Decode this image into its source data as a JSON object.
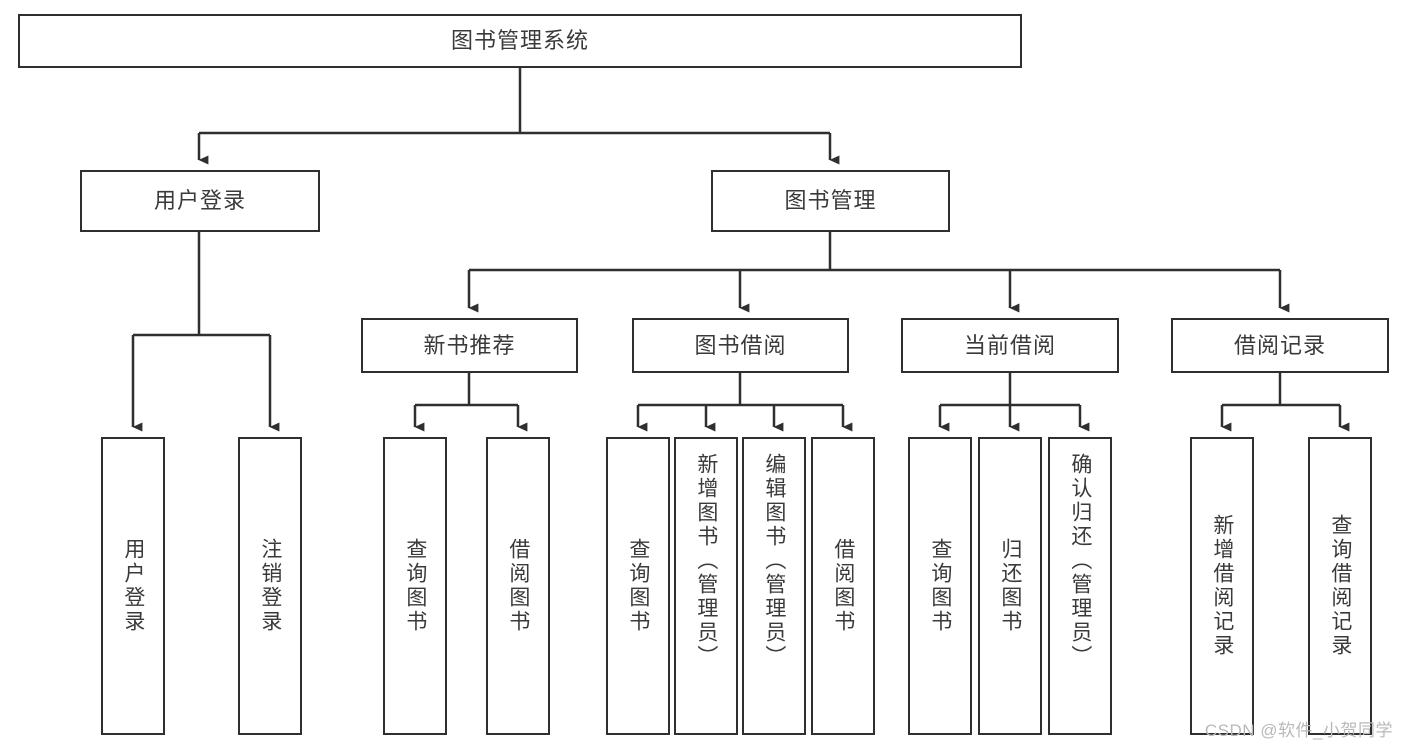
{
  "diagram": {
    "title": "图书管理系统",
    "type": "tree-hierarchy-chart",
    "watermark": "CSDN @软件_小贺同学",
    "colors": {
      "box_border": "#2f2f2f",
      "box_fill": "#ffffff",
      "text": "#3a3a3a",
      "connector": "#2f2f2f",
      "watermark": "#b9b9b9",
      "background": "#ffffff"
    },
    "root": {
      "id": "root",
      "label": "图书管理系统"
    },
    "level2": [
      {
        "id": "user-login",
        "label": "用户登录"
      },
      {
        "id": "book-manage",
        "label": "图书管理"
      }
    ],
    "level3": [
      {
        "id": "new-book-recommend",
        "label": "新书推荐",
        "parent": "book-manage"
      },
      {
        "id": "book-borrow",
        "label": "图书借阅",
        "parent": "book-manage"
      },
      {
        "id": "current-borrow",
        "label": "当前借阅",
        "parent": "book-manage"
      },
      {
        "id": "borrow-record",
        "label": "借阅记录",
        "parent": "book-manage"
      }
    ],
    "leaves": [
      {
        "id": "leaf-user-login",
        "label": "用户登录",
        "parent": "user-login"
      },
      {
        "id": "leaf-logout-login",
        "label": "注销登录",
        "parent": "user-login"
      },
      {
        "id": "leaf-query-book-1",
        "label": "查询图书",
        "parent": "new-book-recommend"
      },
      {
        "id": "leaf-borrow-book-1",
        "label": "借阅图书",
        "parent": "new-book-recommend"
      },
      {
        "id": "leaf-query-book-2",
        "label": "查询图书",
        "parent": "book-borrow"
      },
      {
        "id": "leaf-add-book",
        "label": "新增图书（管理员）",
        "parent": "book-borrow"
      },
      {
        "id": "leaf-edit-book",
        "label": "编辑图书（管理员）",
        "parent": "book-borrow"
      },
      {
        "id": "leaf-borrow-book-2",
        "label": "借阅图书",
        "parent": "book-borrow"
      },
      {
        "id": "leaf-query-book-3",
        "label": "查询图书",
        "parent": "current-borrow"
      },
      {
        "id": "leaf-return-book",
        "label": "归还图书",
        "parent": "current-borrow"
      },
      {
        "id": "leaf-confirm-return",
        "label": "确认归还（管理员）",
        "parent": "current-borrow"
      },
      {
        "id": "leaf-add-record",
        "label": "新增借阅记录",
        "parent": "borrow-record"
      },
      {
        "id": "leaf-query-record",
        "label": "查询借阅记录",
        "parent": "borrow-record"
      }
    ]
  }
}
